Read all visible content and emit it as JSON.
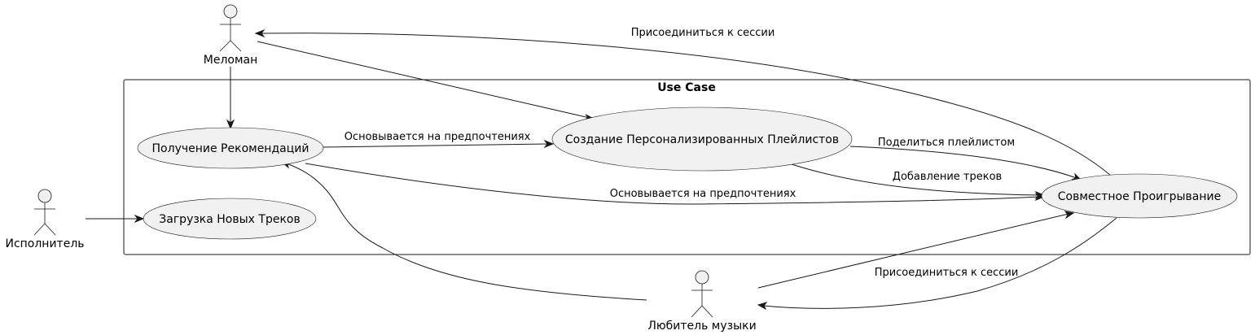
{
  "diagram": {
    "system_boundary": {
      "title": "Use Case"
    },
    "actors": [
      {
        "id": "meloman",
        "name": "Меломан"
      },
      {
        "id": "performer",
        "name": "Исполнитель"
      },
      {
        "id": "music_lover",
        "name": "Любитель музыки"
      }
    ],
    "use_cases": [
      {
        "id": "recommendations",
        "label": "Получение Рекомендаций"
      },
      {
        "id": "upload",
        "label": "Загрузка Новых Треков"
      },
      {
        "id": "playlists",
        "label": "Создание Персонализированных Плейлистов"
      },
      {
        "id": "coplay",
        "label": "Совместное Проигрывание"
      }
    ],
    "relations": [
      {
        "from": "meloman",
        "to": "recommendations",
        "label": ""
      },
      {
        "from": "meloman",
        "to": "playlists",
        "label": ""
      },
      {
        "from": "performer",
        "to": "upload",
        "label": ""
      },
      {
        "from": "recommendations",
        "to": "playlists",
        "label": "Основывается на предпочтениях"
      },
      {
        "from": "recommendations",
        "to": "coplay",
        "label": "Основывается на предпочтениях"
      },
      {
        "from": "playlists",
        "to": "coplay",
        "label": "Поделиться плейлистом"
      },
      {
        "from": "playlists",
        "to": "coplay",
        "label": "Добавление треков"
      },
      {
        "from": "coplay",
        "to": "meloman",
        "label": "Присоединиться к сессии"
      },
      {
        "from": "coplay",
        "to": "music_lover",
        "label": "Присоединиться к сессии"
      },
      {
        "from": "music_lover",
        "to": "coplay",
        "label": ""
      },
      {
        "from": "music_lover",
        "to": "recommendations",
        "label": ""
      }
    ]
  }
}
